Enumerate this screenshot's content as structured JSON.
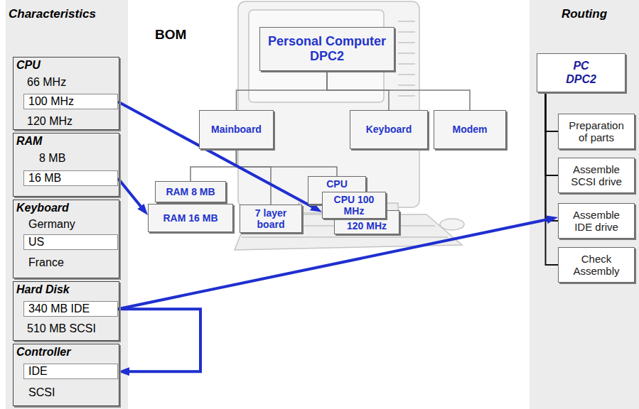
{
  "diagram": {
    "nodes": [
      {
        "text": [
          "Characteristics"
        ]
      },
      {
        "text": [
          "CPU"
        ],
        "in": 0
      },
      {
        "text": [
          "100 MHz"
        ],
        "in": 1
      },
      {
        "text": [
          "RAM"
        ],
        "in": 0
      },
      {
        "text": [
          "16 MB"
        ],
        "in": 3
      },
      {
        "text": [
          "Keyboard"
        ],
        "in": 0
      },
      {
        "text": [
          "US"
        ],
        "in": 5
      },
      {
        "text": [
          "Hard Disk"
        ],
        "in": 0
      },
      {
        "text": [
          "340 MB IDE"
        ],
        "in": 7
      },
      {
        "text": [
          "Controller"
        ],
        "in": 0
      },
      {
        "text": [
          "IDE"
        ],
        "in": 9
      },
      {
        "text": [
          "Personal Computer DPC2"
        ]
      },
      {
        "text": [
          "Mainboard"
        ]
      },
      {
        "text": [
          "Keyboard"
        ]
      },
      {
        "text": [
          "Modem"
        ]
      },
      {
        "text": [
          "RAM 8 MB"
        ]
      },
      {
        "text": [
          "RAM 16 MB"
        ]
      },
      {
        "text": [
          "7 layer board"
        ]
      },
      {
        "text": [
          "CPU"
        ]
      },
      {
        "text": [
          "CPU 100 MHz"
        ]
      },
      {
        "text": [
          "120 MHz"
        ]
      },
      {
        "text": [
          "Routing"
        ]
      },
      {
        "text": [
          "PC DPC2"
        ],
        "in": 21
      },
      {
        "text": [
          "Preparation of parts"
        ],
        "in": 21
      },
      {
        "text": [
          "Assemble SCSI drive"
        ],
        "in": 21
      },
      {
        "text": [
          "Assemble IDE drive"
        ],
        "in": 21
      },
      {
        "text": [
          "Check Assembly"
        ],
        "in": 21
      }
    ],
    "edges": [
      {
        "from": 11,
        "to": 12,
        "arrow": "none"
      },
      {
        "from": 11,
        "to": 13,
        "arrow": "none"
      },
      {
        "from": 11,
        "to": 14,
        "arrow": "none"
      },
      {
        "from": 12,
        "to": 15,
        "arrow": "none"
      },
      {
        "from": 12,
        "to": 17,
        "arrow": "none"
      },
      {
        "from": 12,
        "to": 18,
        "arrow": "none"
      },
      {
        "from": 22,
        "to": 23,
        "arrow": "none"
      },
      {
        "from": 22,
        "to": 24,
        "arrow": "none"
      },
      {
        "from": 22,
        "to": 25,
        "arrow": "none"
      },
      {
        "from": 22,
        "to": 26,
        "arrow": "none"
      },
      {
        "from": 2,
        "to": 19,
        "arrow": "to"
      },
      {
        "from": 4,
        "to": 16,
        "arrow": "to"
      },
      {
        "from": 8,
        "to": 25,
        "arrow": "to"
      },
      {
        "from": 8,
        "to": 10,
        "arrow": "to"
      }
    ],
    "labels": [
      "BOM",
      "66 MHz",
      "120 MHz",
      "8 MB",
      "Germany",
      "France",
      "510 MB SCSI",
      "SCSI"
    ]
  }
}
